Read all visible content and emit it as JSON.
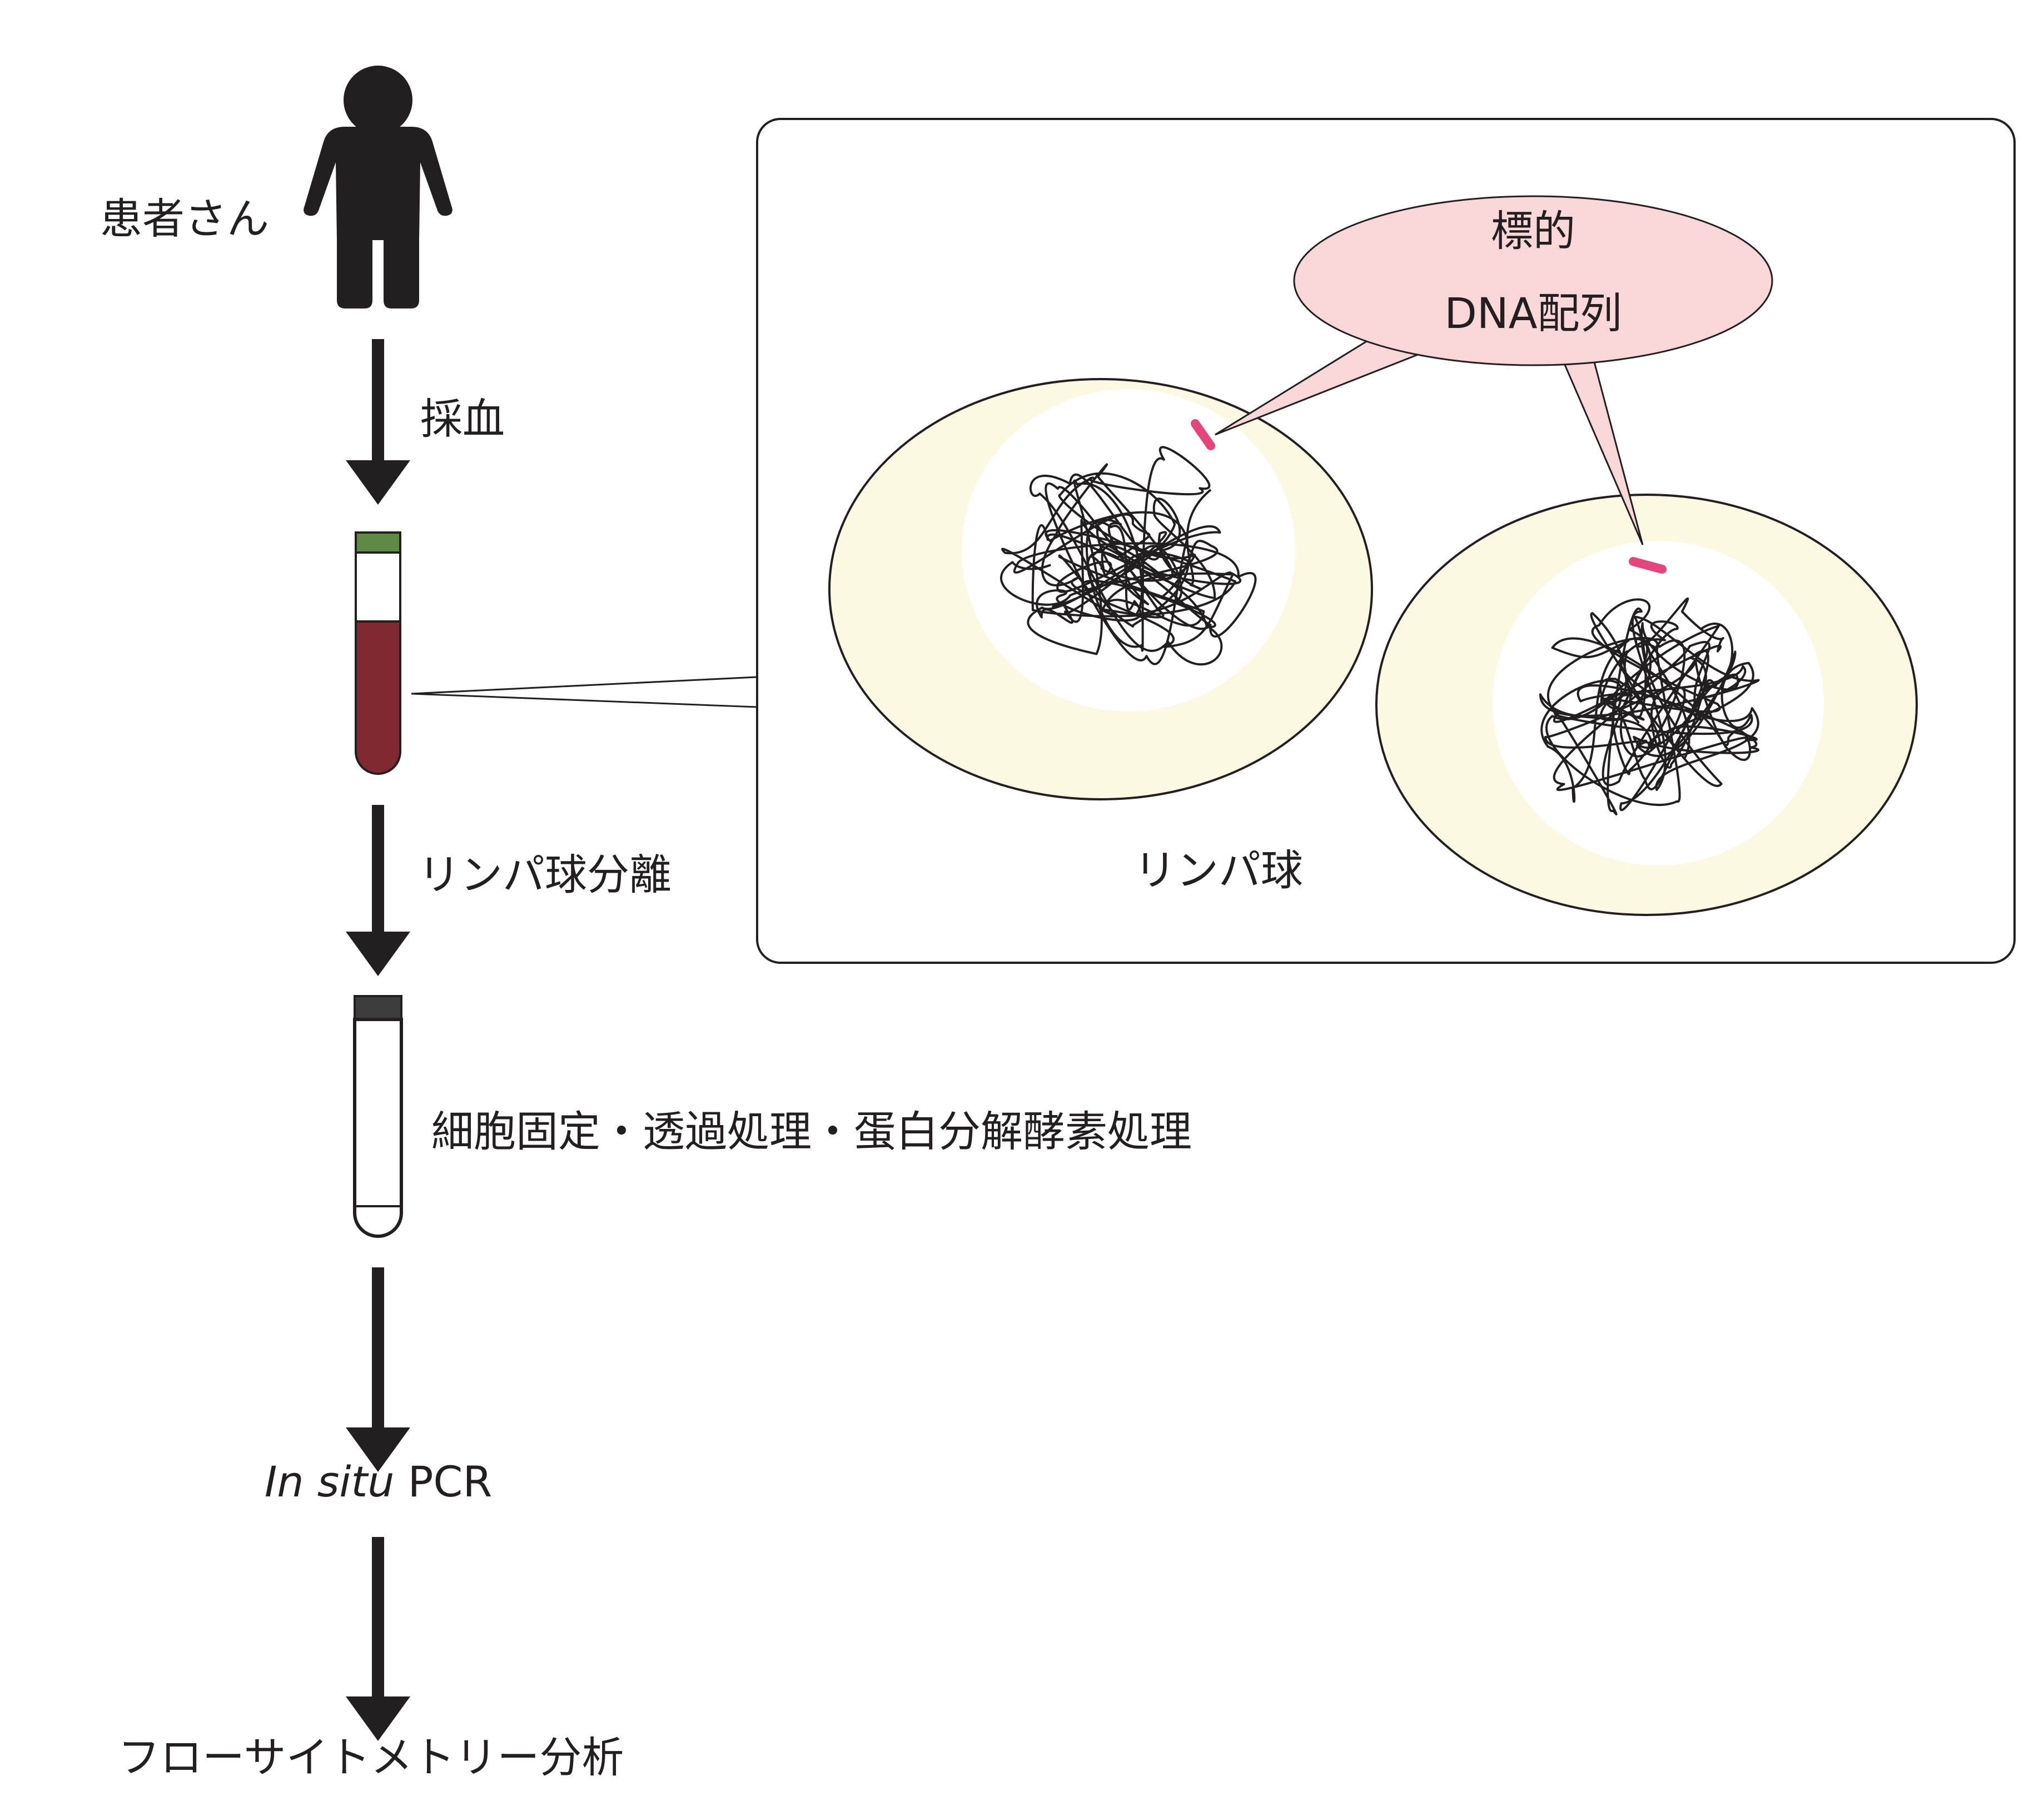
{
  "steps": {
    "patient": "患者さん",
    "blood_draw": "採血",
    "lymphocyte_separation": "リンパ球分離",
    "treatment": "細胞固定・透過処理・蛋白分解酵素処理",
    "pcr_italic": "In situ",
    "pcr_rest": " PCR",
    "flow": "フローサイトメトリー分析"
  },
  "inset": {
    "cell_label": "リンパ球",
    "callout_line1": "標的",
    "callout_line2": "DNA配列"
  },
  "colors": {
    "ink": "#231f20",
    "blood": "#7e2a30",
    "tube_cap_blood": "#5d8a45",
    "tube_cap_empty": "#3d3d3d",
    "cell_cytoplasm": "#fbf9e1",
    "callout_fill": "#f8d7d8",
    "target_marker": "#e5457b"
  }
}
